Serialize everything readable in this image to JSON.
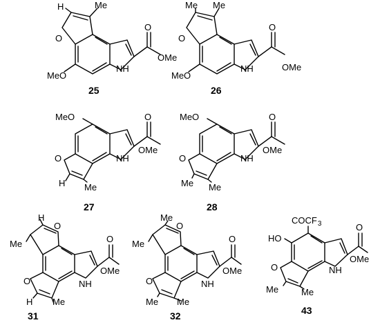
{
  "compounds": [
    {
      "id": "25",
      "labels": {
        "h": "H",
        "me": "Me",
        "o_furan": "O",
        "meo": "MeO",
        "nh": "NH",
        "o_carbonyl": "O",
        "ome": "OMe"
      }
    },
    {
      "id": "26",
      "labels": {
        "me1": "Me",
        "me2": "Me",
        "o_furan": "O",
        "meo": "MeO",
        "nh": "NH",
        "o_carbonyl": "O",
        "ome": "OMe"
      }
    },
    {
      "id": "27",
      "labels": {
        "meo": "MeO",
        "o_furan": "O",
        "h": "H",
        "me": "Me",
        "nh": "NH",
        "o_carbonyl": "O",
        "ome": "OMe"
      }
    },
    {
      "id": "28",
      "labels": {
        "meo": "MeO",
        "o_furan": "O",
        "me1": "Me",
        "me2": "Me",
        "nh": "NH",
        "o_carbonyl": "O",
        "ome": "OMe"
      }
    },
    {
      "id": "31",
      "labels": {
        "h_top": "H",
        "me_top": "Me",
        "o_top": "O",
        "o_bot": "O",
        "h_bot": "H",
        "me_bot": "Me",
        "nh": "NH",
        "o_carbonyl": "O",
        "ome": "OMe"
      }
    },
    {
      "id": "32",
      "labels": {
        "me_a": "Me",
        "me_b": "Me",
        "o_top": "O",
        "o_bot": "O",
        "me_c": "Me",
        "me_d": "Me",
        "nh": "NH",
        "o_carbonyl": "O",
        "ome": "OMe"
      }
    },
    {
      "id": "43",
      "labels": {
        "acyl": "COCF",
        "acyl_sub": "3",
        "ho": "HO",
        "o_furan": "O",
        "me1": "Me",
        "me2": "Me",
        "nh": "NH",
        "o_carbonyl": "O",
        "ome": "OMe"
      }
    }
  ]
}
